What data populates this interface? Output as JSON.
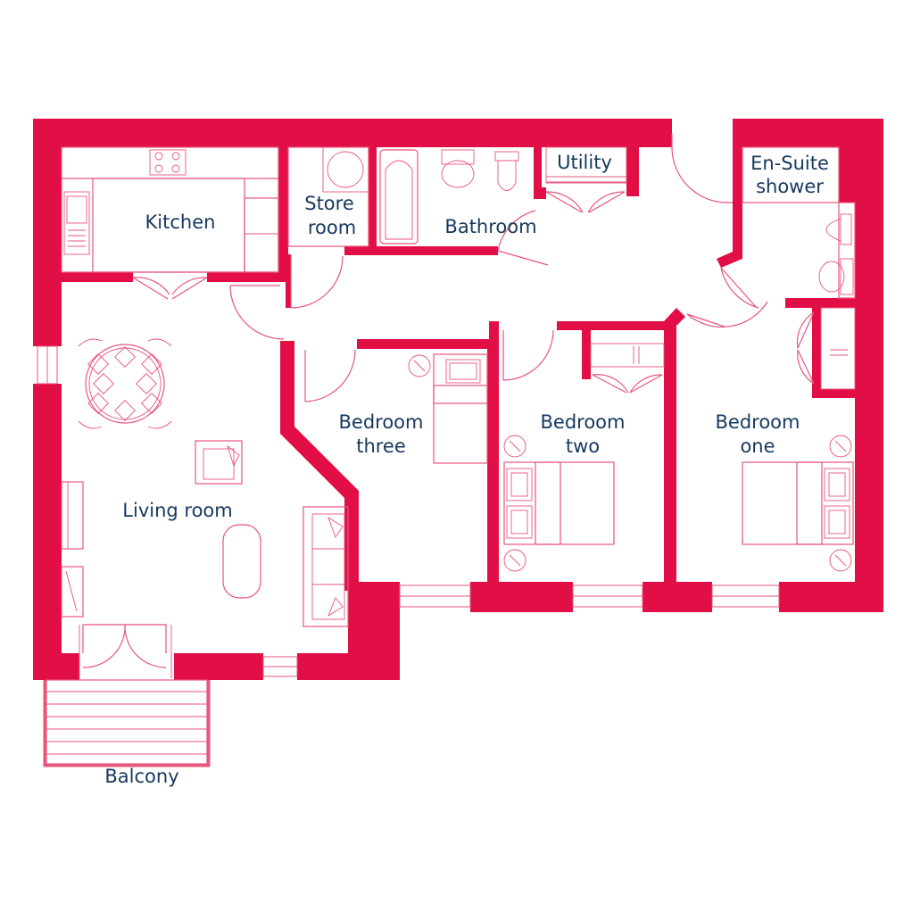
{
  "colors": {
    "wall": "#e20f47",
    "fixture": "#e8557c",
    "label": "#16385e",
    "background": "#ffffff"
  },
  "rooms": {
    "kitchen": [
      "Kitchen"
    ],
    "store_room": [
      "Store",
      "room"
    ],
    "bathroom": [
      "Bathroom"
    ],
    "utility": [
      "Utility"
    ],
    "en_suite": [
      "En-Suite",
      "shower"
    ],
    "living_room": [
      "Living room"
    ],
    "bedroom_three": [
      "Bedroom",
      "three"
    ],
    "bedroom_two": [
      "Bedroom",
      "two"
    ],
    "bedroom_one": [
      "Bedroom",
      "one"
    ],
    "balcony": [
      "Balcony"
    ]
  }
}
